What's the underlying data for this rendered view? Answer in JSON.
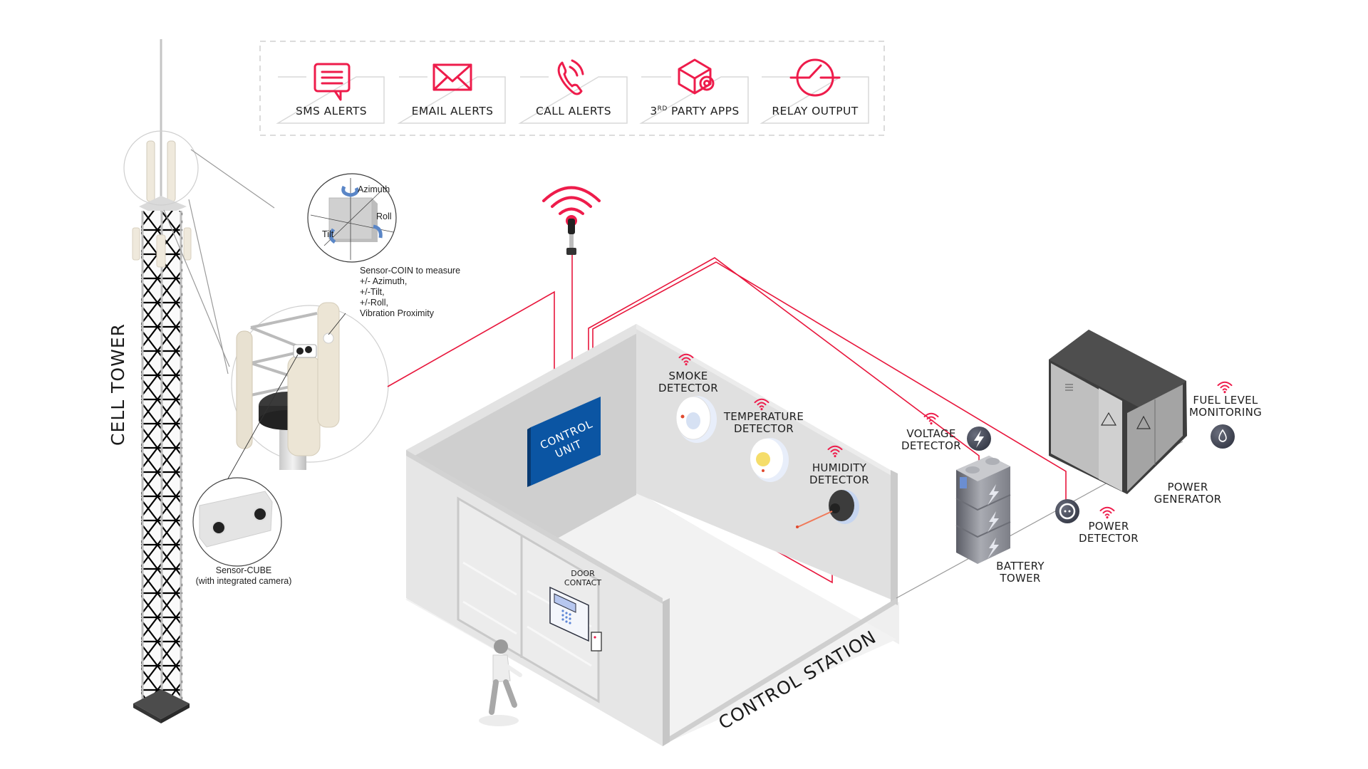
{
  "alerts": [
    {
      "label": "SMS ALERTS",
      "icon": "sms-chat-icon"
    },
    {
      "label": "EMAIL ALERTS",
      "icon": "envelope-icon"
    },
    {
      "label": "CALL ALERTS",
      "icon": "phone-ringing-icon"
    },
    {
      "label_main": "3",
      "label_sup": "RD",
      "label_rest": " PARTY APPS",
      "icon": "cube-gear-icon"
    },
    {
      "label": "RELAY OUTPUT",
      "icon": "relay-switch-icon"
    }
  ],
  "cell_tower": {
    "title": "CELL TOWER",
    "sensor_coin": {
      "lines": [
        "Sensor-COIN to measure",
        "+/- Azimuth,",
        "+/-Tilt,",
        "+/-Roll,",
        "Vibration Proximity"
      ],
      "axis_labels": [
        "Azimuth",
        "Roll",
        "Tilt"
      ]
    },
    "sensor_cube": {
      "lines": [
        "Sensor-CUBE",
        "(with integrated camera)"
      ]
    }
  },
  "control_station": {
    "title": "CONTROL STATION",
    "control_unit": [
      "CONTROL",
      "UNIT"
    ],
    "door_contact": [
      "DOOR",
      "CONTACT"
    ],
    "smoke_detector": [
      "SMOKE",
      "DETECTOR"
    ],
    "temperature_detector": [
      "TEMPERATURE",
      "DETECTOR"
    ],
    "humidity_detector": [
      "HUMIDITY",
      "DETECTOR"
    ]
  },
  "power": {
    "voltage_detector": [
      "VOLTAGE",
      "DETECTOR"
    ],
    "battery_tower": [
      "BATTERY",
      "TOWER"
    ],
    "power_detector": [
      "POWER",
      "DETECTOR"
    ],
    "power_generator": [
      "POWER",
      "GENERATOR"
    ],
    "fuel_level": [
      "FUEL LEVEL",
      "MONITORING"
    ]
  },
  "colors": {
    "accent_red": "#ee1c4b",
    "control_unit_blue": "#0a4f9c",
    "tower_red": "#d9464b"
  }
}
